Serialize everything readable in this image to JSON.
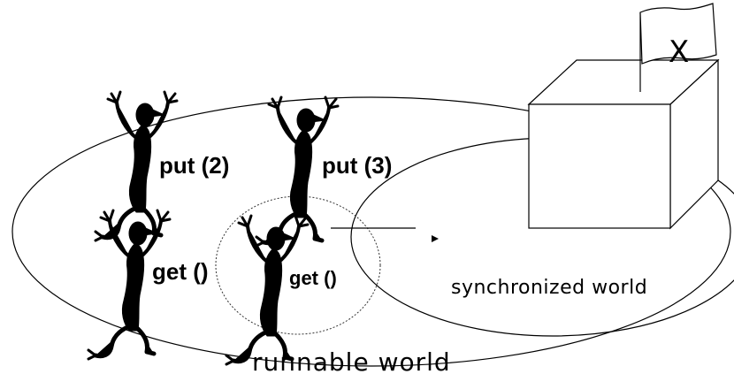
{
  "labels": {
    "runnable_world": "runnable world",
    "synchronized_world": "synchronized world",
    "flag_value": "X"
  },
  "threads": [
    {
      "label": "put (2)"
    },
    {
      "label": "put (3)"
    },
    {
      "label": "get ()"
    },
    {
      "label": "get ()"
    }
  ]
}
